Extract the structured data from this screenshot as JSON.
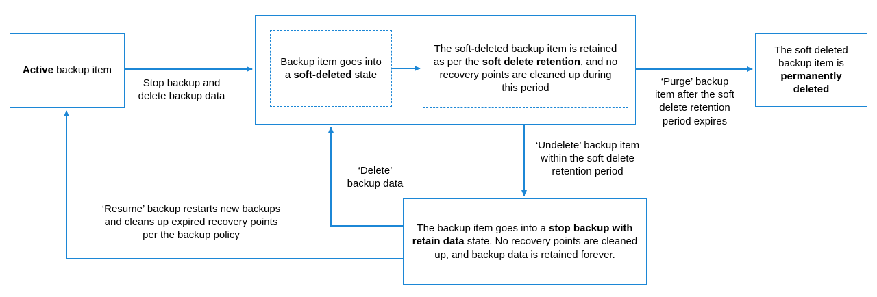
{
  "diagram": {
    "accent_color": "#1c87d6",
    "boxes": {
      "active": {
        "pre": "",
        "bold": "Active",
        "post": " backup item"
      },
      "soft_deleted": {
        "pre": "Backup item goes into a ",
        "bold": "soft-deleted",
        "post": " state"
      },
      "retention": {
        "pre": "The soft-deleted backup item is retained as per the ",
        "bold": "soft delete retention",
        "post": ", and no recovery points are cleaned up during this period"
      },
      "permanent": {
        "pre": "The soft deleted backup item is ",
        "bold": "permanently deleted",
        "post": ""
      },
      "stop_retain": {
        "pre": "The backup item goes into a ",
        "bold": "stop backup with retain data",
        "post": " state. No recovery points are cleaned up, and backup data is retained forever."
      }
    },
    "labels": {
      "stop_delete": "Stop backup and delete  backup data",
      "purge": "‘Purge’ backup item after the soft delete retention period expires",
      "undelete": "‘Undelete’ backup item within the soft delete retention period",
      "delete": "‘Delete’ backup data",
      "resume": "‘Resume’ backup restarts new backups and cleans up expired recovery points per the backup policy"
    }
  }
}
